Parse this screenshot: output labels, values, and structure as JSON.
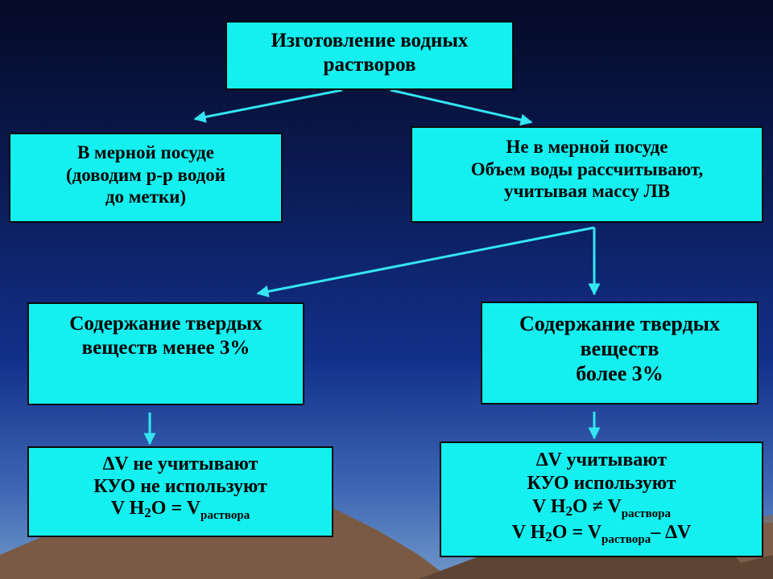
{
  "diagram": {
    "root": {
      "lines": [
        "Изготовление водных",
        "растворов"
      ]
    },
    "left_method": {
      "lines": [
        "В мерной посуде",
        "(доводим р-р водой",
        "до метки)"
      ]
    },
    "right_method": {
      "lines": [
        "Не в мерной посуде",
        "Объем воды рассчитывают,",
        "учитывая массу ЛВ"
      ]
    },
    "low_solids": {
      "lines": [
        "Содержание твердых",
        "веществ менее 3%"
      ]
    },
    "high_solids": {
      "lines": [
        "Содержание твердых",
        "веществ",
        "более 3%"
      ]
    },
    "low_result": {
      "line1": "∆V не учитывают",
      "line2": "КУО не используют",
      "formula": {
        "v": "V H",
        "h2o_sub": "2",
        "rest": "O = V",
        "v_sub": "раствора"
      }
    },
    "high_result": {
      "line1": "∆V учитывают",
      "line2": "КУО используют",
      "formula1": {
        "v": "V H",
        "h2o_sub": "2",
        "rest": "O ≠ V",
        "v_sub": "раствора"
      },
      "formula2": {
        "v": "V H",
        "h2o_sub": "2",
        "rest": "O = V",
        "v_sub": "раствора",
        "tail": "– ∆V"
      }
    }
  },
  "colors": {
    "box": "#14f0f0",
    "arrow": "#33e6f2",
    "border": "#0a0a0a"
  }
}
